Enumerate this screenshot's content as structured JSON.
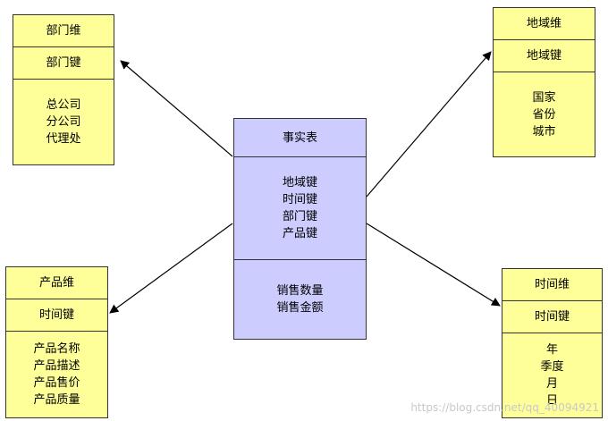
{
  "fact": {
    "title": "事实表",
    "keys": [
      "地域键",
      "时间键",
      "部门键",
      "产品键"
    ],
    "measures": [
      "销售数量",
      "销售金额"
    ]
  },
  "department": {
    "title": "部门维",
    "key": "部门键",
    "attrs": [
      "总公司",
      "分公司",
      "代理处"
    ]
  },
  "region": {
    "title": "地域维",
    "key": "地域键",
    "attrs": [
      "国家",
      "省份",
      "城市"
    ]
  },
  "product": {
    "title": "产品维",
    "key": "时间键",
    "attrs": [
      "产品名称",
      "产品描述",
      "产品售价",
      "产品质量"
    ]
  },
  "time": {
    "title": "时间维",
    "key": "时间键",
    "attrs": [
      "年",
      "季度",
      "月",
      "日"
    ]
  },
  "watermark": "https://blog.csdn.net/qq_40094921",
  "colors": {
    "dimension_fill": "#ffff99",
    "fact_fill": "#ccccff",
    "line": "#333333"
  }
}
